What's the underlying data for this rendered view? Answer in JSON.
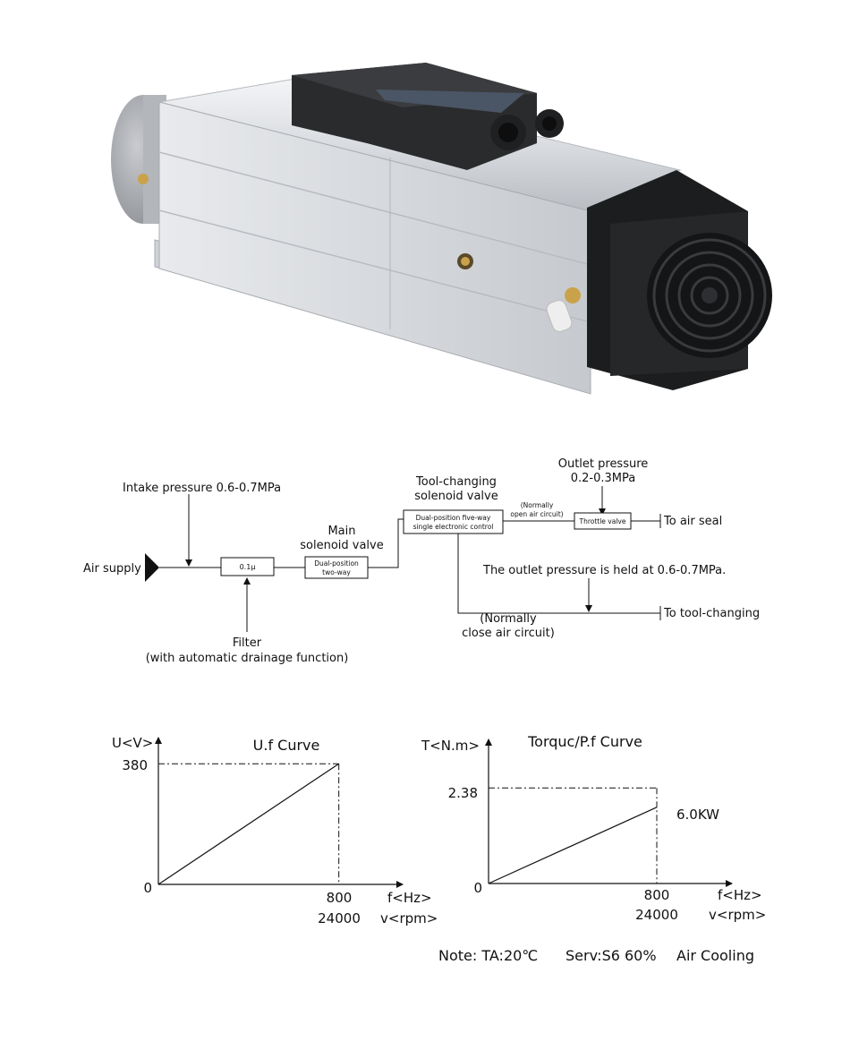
{
  "pneumatic": {
    "air_supply": "Air supply",
    "intake_pressure": "Intake pressure 0.6-0.7MPa",
    "filter_box": "0.1μ",
    "filter_label_1": "Filter",
    "filter_label_2": "(with automatic drainage function)",
    "main_valve_label_1": "Main",
    "main_valve_label_2": "solenoid valve",
    "main_valve_box_1": "Dual-position",
    "main_valve_box_2": "two-way",
    "tool_valve_label_1": "Tool-changing",
    "tool_valve_label_2": "solenoid valve",
    "tool_valve_box_1": "Dual-position five-way",
    "tool_valve_box_2": "single electronic control",
    "normally_open_1": "(Normally",
    "normally_open_2": "open air circuit)",
    "outlet_pressure_1": "Outlet pressure",
    "outlet_pressure_2": "0.2-0.3MPa",
    "throttle_box": "Throttle valve",
    "to_air_seal": "To air seal",
    "held_pressure": "The outlet pressure is held at 0.6-0.7MPa.",
    "to_tool_changing": "To tool-changing",
    "normally_close_1": "(Normally",
    "normally_close_2": "close air circuit)"
  },
  "chart_data": [
    {
      "type": "line",
      "title": "U.f  Curve",
      "ylabel": "U<V>",
      "xlabel_1": "f<Hz>",
      "xlabel_2": "v<rpm>",
      "y_tick": "380",
      "origin": "0",
      "x_tick_1": "800",
      "x_tick_2": "24000",
      "x": [
        0,
        800
      ],
      "y": [
        0,
        380
      ],
      "xlim": [
        0,
        960
      ],
      "ylim": [
        0,
        420
      ]
    },
    {
      "type": "line",
      "title": "Torquc/P.f  Curve",
      "ylabel": "T<N.m>",
      "xlabel_1": "f<Hz>",
      "xlabel_2": "v<rpm>",
      "y_tick": "2.38",
      "origin": "0",
      "x_tick_1": "800",
      "x_tick_2": "24000",
      "series_label": "6.0KW",
      "x": [
        0,
        800
      ],
      "y": [
        0,
        1.9
      ],
      "ylim_ref": 2.38,
      "xlim": [
        0,
        1000
      ],
      "ylim": [
        0,
        3.3
      ]
    }
  ],
  "note": {
    "ta": "Note: TA:20℃",
    "serv": "Serv:S6 60%",
    "cooling": "Air Cooling"
  }
}
